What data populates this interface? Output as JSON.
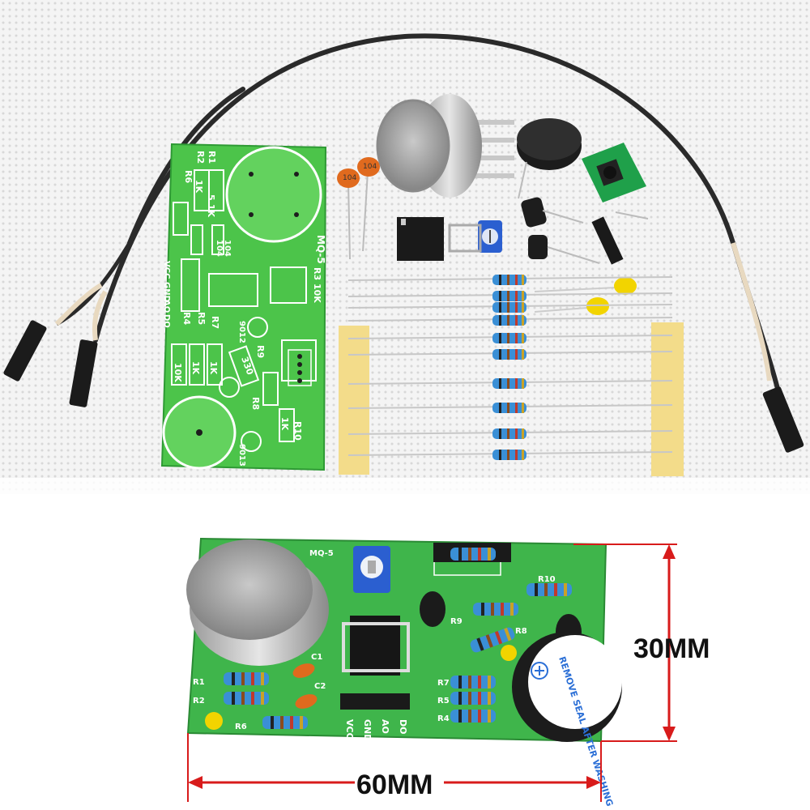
{
  "top_board": {
    "module_label": "MQ-5",
    "resistor_labels": [
      "R1",
      "R2",
      "R6",
      "R3 10K",
      "R4",
      "R5",
      "R7",
      "R8",
      "R9",
      "R10"
    ],
    "value_labels": [
      "1K",
      "5.1K",
      "10K",
      "1K",
      "1K",
      "330",
      "1K"
    ],
    "pin_labels": [
      "VCC",
      "GND",
      "AO",
      "DO"
    ],
    "cap_labels": [
      "104",
      "104"
    ],
    "transistor_labels": [
      "9012",
      "9013"
    ],
    "capacitor_part_labels": [
      "104",
      "104"
    ]
  },
  "bottom_board": {
    "module_label": "MQ-5",
    "resistor_labels": [
      "R1",
      "R2",
      "R6",
      "R7",
      "R5",
      "R4",
      "R8",
      "R9",
      "R10"
    ],
    "pin_labels": [
      "VCC",
      "GND",
      "AO",
      "DO"
    ],
    "cap_labels": [
      "C1",
      "C2"
    ],
    "buzzer_sticker": "REMOVE SEAL AFTER WASHING"
  },
  "dimensions": {
    "height_label": "30MM",
    "width_label": "60MM",
    "arrow_color": "#d81b1b"
  },
  "colors": {
    "pcb_green": "#3fbf4a",
    "pcb_light": "#7fdc6a",
    "silk": "#ffffff",
    "resistor_blue": "#3a8fd6",
    "led_yellow": "#f2d400",
    "cable": "#2a2a2a",
    "cap_orange": "#e06a1e"
  }
}
